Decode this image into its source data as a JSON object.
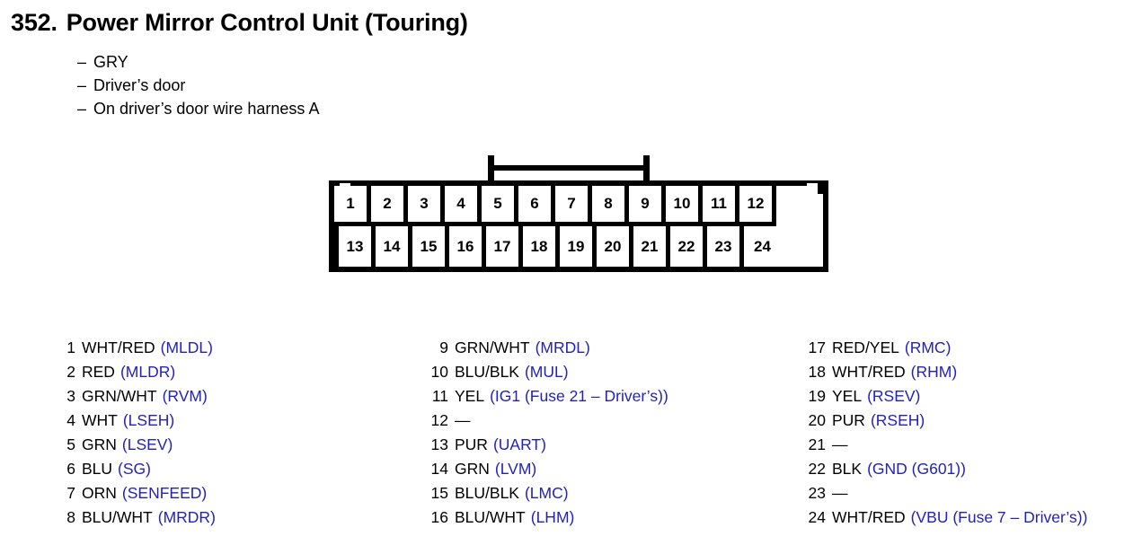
{
  "header": {
    "number": "352.",
    "title": "Power Mirror Control Unit (Touring)",
    "bullets": [
      {
        "dash": "–",
        "text": "GRY"
      },
      {
        "dash": "–",
        "text": "Driver’s door"
      },
      {
        "dash": "–",
        "text": "On driver’s door wire harness A"
      }
    ]
  },
  "connector": {
    "top_row_pins": [
      "1",
      "2",
      "3",
      "4",
      "5",
      "6",
      "7",
      "8",
      "9",
      "10",
      "11",
      "12"
    ],
    "bottom_row_pins": [
      "13",
      "14",
      "15",
      "16",
      "17",
      "18",
      "19",
      "20",
      "21",
      "22",
      "23",
      "24"
    ]
  },
  "pin_list": {
    "accent_color": "#2222bb",
    "columns": [
      {
        "entries": [
          {
            "num": "1",
            "wire": "WHT/RED",
            "code": "(MLDL)"
          },
          {
            "num": "2",
            "wire": "RED",
            "code": "(MLDR)"
          },
          {
            "num": "3",
            "wire": "GRN/WHT",
            "code": "(RVM)"
          },
          {
            "num": "4",
            "wire": "WHT",
            "code": "(LSEH)"
          },
          {
            "num": "5",
            "wire": "GRN",
            "code": "(LSEV)"
          },
          {
            "num": "6",
            "wire": "BLU",
            "code": "(SG)"
          },
          {
            "num": "7",
            "wire": "ORN",
            "code": "(SENFEED)"
          },
          {
            "num": "8",
            "wire": "BLU/WHT",
            "code": "(MRDR)"
          }
        ]
      },
      {
        "entries": [
          {
            "num": "9",
            "wire": "GRN/WHT",
            "code": "(MRDL)"
          },
          {
            "num": "10",
            "wire": "BLU/BLK",
            "code": "(MUL)"
          },
          {
            "num": "11",
            "wire": "YEL",
            "code": "(IG1 (Fuse 21 – Driver’s))"
          },
          {
            "num": "12",
            "wire": "—",
            "code": ""
          },
          {
            "num": "13",
            "wire": "PUR",
            "code": "(UART)"
          },
          {
            "num": "14",
            "wire": "GRN",
            "code": "(LVM)"
          },
          {
            "num": "15",
            "wire": "BLU/BLK",
            "code": "(LMC)"
          },
          {
            "num": "16",
            "wire": "BLU/WHT",
            "code": "(LHM)"
          }
        ]
      },
      {
        "entries": [
          {
            "num": "17",
            "wire": "RED/YEL",
            "code": "(RMC)"
          },
          {
            "num": "18",
            "wire": "WHT/RED",
            "code": "(RHM)"
          },
          {
            "num": "19",
            "wire": "YEL",
            "code": "(RSEV)"
          },
          {
            "num": "20",
            "wire": "PUR",
            "code": "(RSEH)"
          },
          {
            "num": "21",
            "wire": "—",
            "code": ""
          },
          {
            "num": "22",
            "wire": "BLK",
            "code": "(GND (G601))"
          },
          {
            "num": "23",
            "wire": "—",
            "code": ""
          },
          {
            "num": "24",
            "wire": "WHT/RED",
            "code": "(VBU (Fuse 7 – Driver’s))"
          }
        ]
      }
    ]
  }
}
